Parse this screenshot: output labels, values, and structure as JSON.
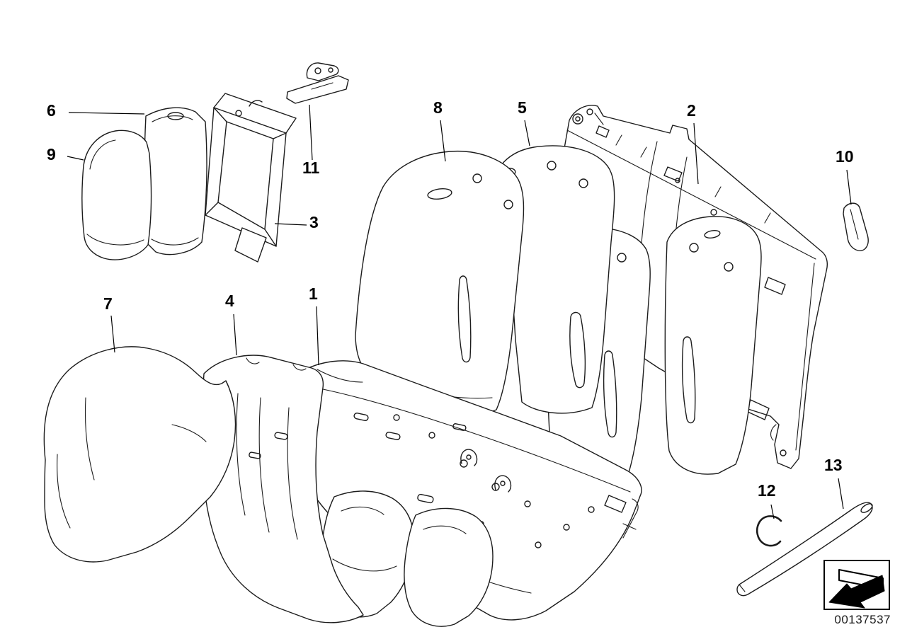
{
  "figure": {
    "doc_number": "00137537"
  },
  "callouts": [
    {
      "label": "1"
    },
    {
      "label": "2"
    },
    {
      "label": "3"
    },
    {
      "label": "4"
    },
    {
      "label": "5"
    },
    {
      "label": "6"
    },
    {
      "label": "7"
    },
    {
      "label": "8"
    },
    {
      "label": "9"
    },
    {
      "label": "10"
    },
    {
      "label": "11"
    },
    {
      "label": "12"
    },
    {
      "label": "13"
    }
  ],
  "icons": {
    "direction_arrow": "direction-arrow"
  },
  "colors": {
    "line": "#1c1c1c",
    "background": "#ffffff",
    "text": "#000000"
  }
}
